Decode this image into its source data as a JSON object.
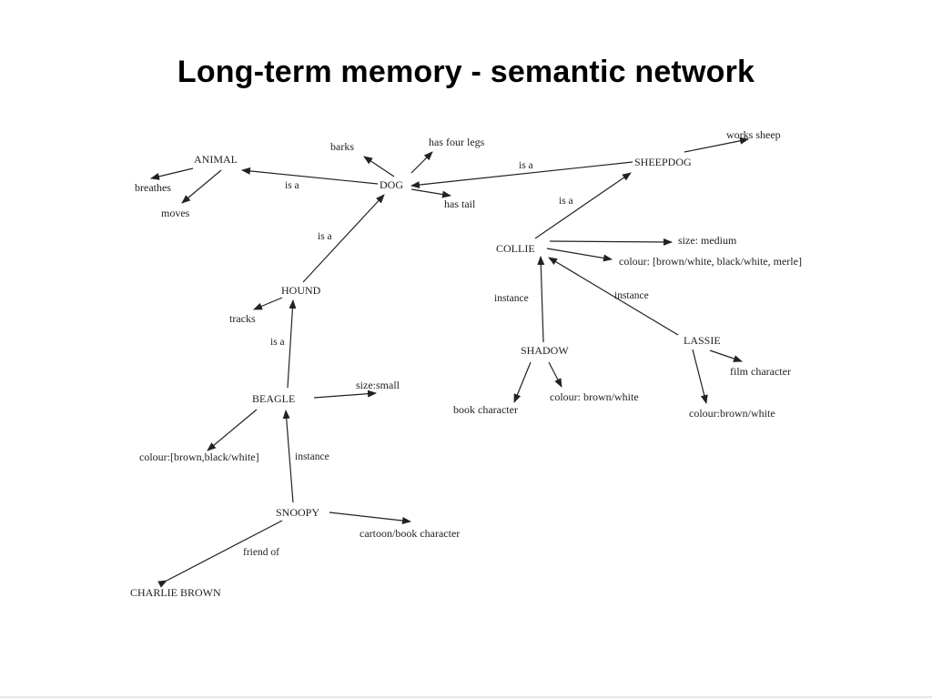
{
  "title": "Long-term memory - semantic network",
  "colors": {
    "text": "#222222",
    "title": "#000000",
    "background": "#ffffff"
  },
  "nodes": {
    "animal": "ANIMAL",
    "breathes": "breathes",
    "moves": "moves",
    "dog": "DOG",
    "barks": "barks",
    "has_four_legs": "has four legs",
    "has_tail": "has tail",
    "sheepdog": "SHEEPDOG",
    "works_sheep": "works sheep",
    "collie": "COLLIE",
    "size_medium": "size: medium",
    "colour_collie": "colour: [brown/white, black/white, merle]",
    "hound": "HOUND",
    "tracks": "tracks",
    "beagle": "BEAGLE",
    "size_small": "size:small",
    "colour_beagle": "colour:[brown,black/white]",
    "snoopy": "SNOOPY",
    "cartoon_book": "cartoon/book character",
    "charlie_brown": "CHARLIE BROWN",
    "shadow": "SHADOW",
    "book_character": "book character",
    "colour_shadow": "colour: brown/white",
    "lassie": "LASSIE",
    "film_character": "film character",
    "colour_lassie": "colour:brown/white"
  },
  "relations": {
    "dog_animal": "is a",
    "dog_sheepdog": "is a",
    "collie_sheepdog": "is a",
    "hound_dog": "is a",
    "beagle_hound": "is a",
    "shadow_collie": "instance",
    "lassie_collie": "instance",
    "snoopy_beagle": "instance",
    "charlie_snoopy": "friend of"
  }
}
